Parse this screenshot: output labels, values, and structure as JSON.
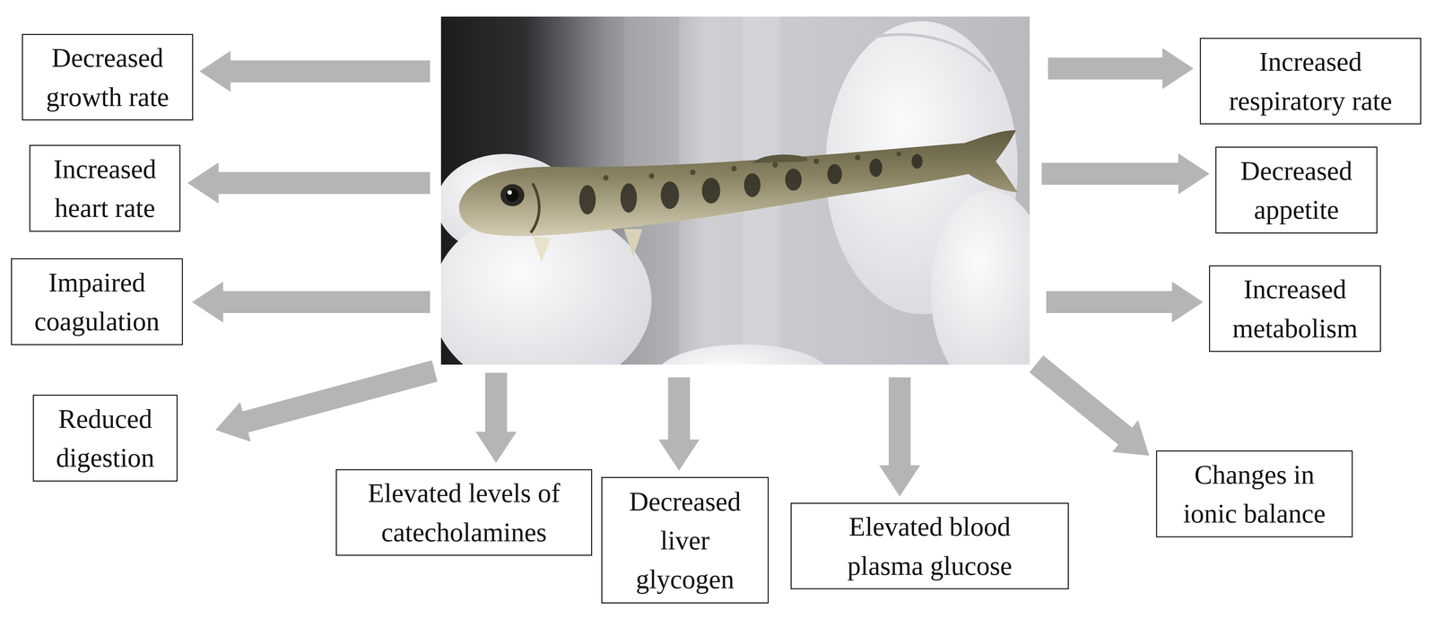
{
  "diagram": {
    "nodes": [
      {
        "text": [
          "Decreased growth rate"
        ]
      },
      {
        "text": [
          "Increased respiratory rate"
        ]
      },
      {
        "text": [
          "Increased heart rate"
        ]
      },
      {
        "text": [
          "Decreased appetite"
        ]
      },
      {
        "text": [
          "Impaired coagulation"
        ]
      },
      {
        "text": [
          "Increased metabolism"
        ]
      },
      {
        "text": [
          "Reduced digestion"
        ]
      },
      {
        "text": [
          "Elevated levels of catecholamines"
        ]
      },
      {
        "text": [
          "Decreased liver glycogen"
        ]
      },
      {
        "text": [
          "Elevated blood plasma glucose"
        ]
      },
      {
        "text": [
          "Changes in ionic balance"
        ]
      }
    ]
  }
}
